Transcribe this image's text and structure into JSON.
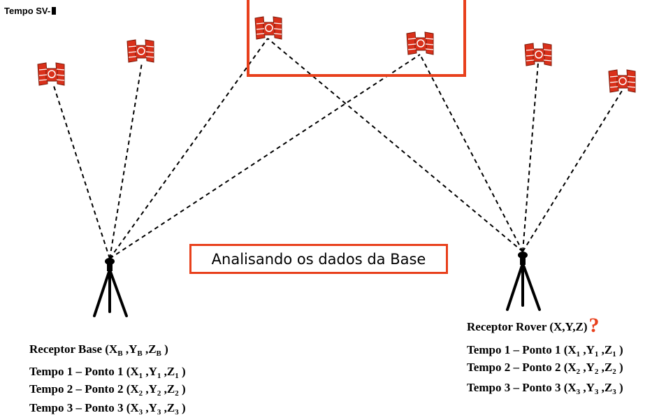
{
  "header": {
    "label": "Tempo SV-"
  },
  "status_box": {
    "text": "Analisando os dados da Base"
  },
  "base": {
    "prefix": "Receptor Base (X",
    "sub_x": "B",
    "mid_y": " ,Y",
    "sub_y": "B",
    "mid_z": " ,Z",
    "sub_z": "B",
    "suffix": " )",
    "lines": [
      {
        "prefix": "Tempo 1 – Ponto 1 (X",
        "sx": "1",
        "y": " ,Y",
        "sy": "1",
        "z": " ,Z",
        "sz": "1",
        "end": " )"
      },
      {
        "prefix": "Tempo 2 – Ponto 2 (X",
        "sx": "2",
        "y": " ,Y",
        "sy": "2",
        "z": " ,Z",
        "sz": "2",
        "end": " )"
      },
      {
        "prefix": "Tempo 3 – Ponto 3 (X",
        "sx": "3",
        "y": " ,Y",
        "sy": "3",
        "z": " ,Z",
        "sz": "3",
        "end": " )"
      }
    ]
  },
  "rover": {
    "title": "Receptor Rover (X,Y,Z)",
    "question": "?",
    "lines": [
      {
        "prefix": "Tempo 1 – Ponto 1 (X",
        "sx": "1",
        "y": " ,Y",
        "sy": "1",
        "z": " ,Z",
        "sz": "1",
        "end": " )"
      },
      {
        "prefix": "Tempo 2 – Ponto 2 (X",
        "sx": "2",
        "y": " ,Y",
        "sy": "2",
        "z": " ,Z",
        "sz": "2",
        "end": " )"
      },
      {
        "prefix": "Tempo 3 – Ponto 3 (X",
        "sx": "3",
        "y": " ,Y",
        "sy": "3",
        "z": " ,Z",
        "sz": "3",
        "end": " )"
      }
    ]
  },
  "colors": {
    "accent": "#e8401c",
    "satellite_red": "#d9301a",
    "line": "#000000"
  }
}
